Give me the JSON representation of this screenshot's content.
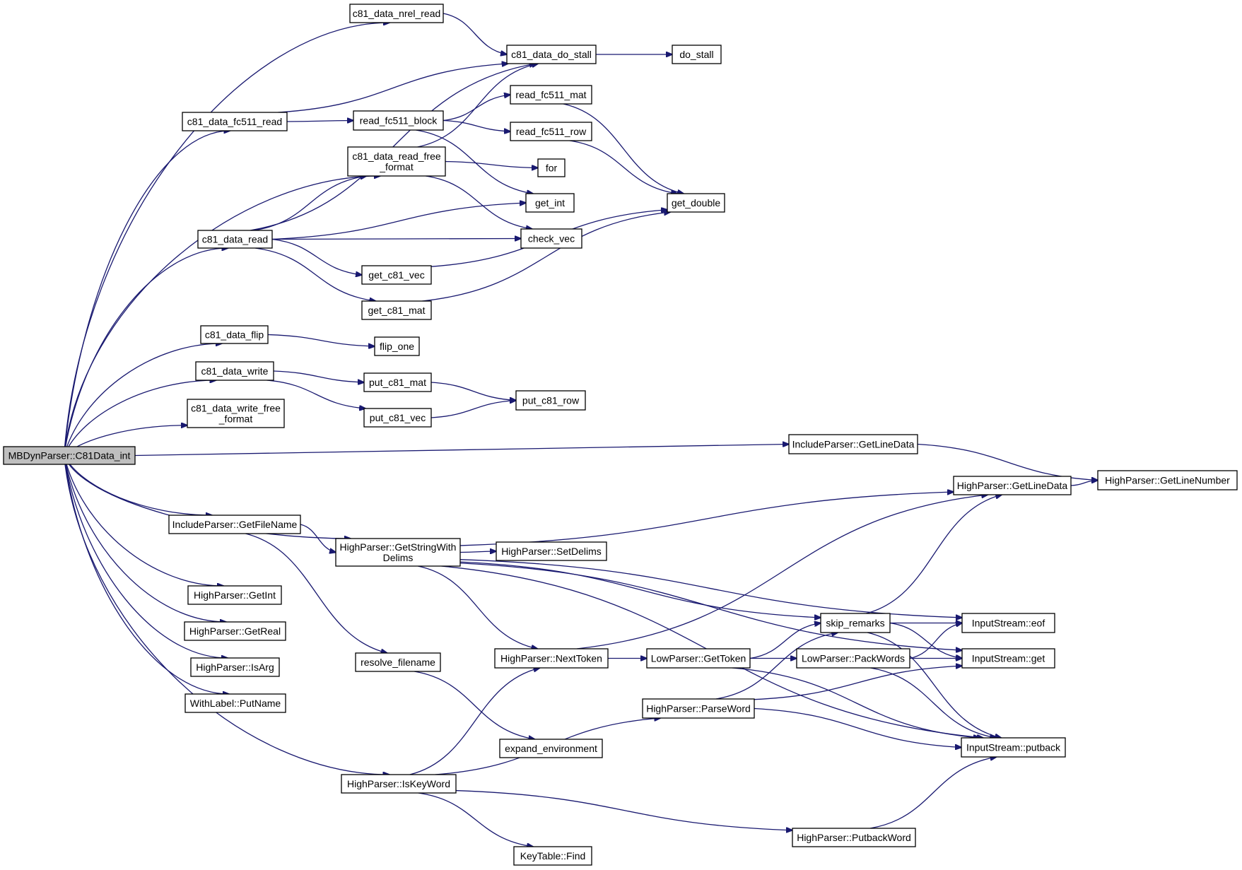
{
  "graph": {
    "edge_color": "#191970",
    "root_fill": "#bfbfbf",
    "root": "MBDynParser::C81Data_int",
    "nodes": [
      {
        "id": "root",
        "lines": [
          "MBDynParser::C81Data_int"
        ],
        "root": true
      },
      {
        "id": "nrel_read",
        "lines": [
          "c81_data_nrel_read"
        ]
      },
      {
        "id": "do_stall_c81",
        "lines": [
          "c81_data_do_stall"
        ]
      },
      {
        "id": "do_stall",
        "lines": [
          "do_stall"
        ]
      },
      {
        "id": "fc511_read",
        "lines": [
          "c81_data_fc511_read"
        ]
      },
      {
        "id": "read_fc511_block",
        "lines": [
          "read_fc511_block"
        ]
      },
      {
        "id": "read_fc511_mat",
        "lines": [
          "read_fc511_mat"
        ]
      },
      {
        "id": "read_fc511_row",
        "lines": [
          "read_fc511_row"
        ]
      },
      {
        "id": "read_free_format",
        "lines": [
          "c81_data_read_free",
          "_format"
        ]
      },
      {
        "id": "for",
        "lines": [
          "for"
        ]
      },
      {
        "id": "get_int",
        "lines": [
          "get_int"
        ]
      },
      {
        "id": "get_double",
        "lines": [
          "get_double"
        ]
      },
      {
        "id": "data_read",
        "lines": [
          "c81_data_read"
        ]
      },
      {
        "id": "check_vec",
        "lines": [
          "check_vec"
        ]
      },
      {
        "id": "get_c81_vec",
        "lines": [
          "get_c81_vec"
        ]
      },
      {
        "id": "get_c81_mat",
        "lines": [
          "get_c81_mat"
        ]
      },
      {
        "id": "data_flip",
        "lines": [
          "c81_data_flip"
        ]
      },
      {
        "id": "flip_one",
        "lines": [
          "flip_one"
        ]
      },
      {
        "id": "data_write",
        "lines": [
          "c81_data_write"
        ]
      },
      {
        "id": "put_c81_mat",
        "lines": [
          "put_c81_mat"
        ]
      },
      {
        "id": "put_c81_row",
        "lines": [
          "put_c81_row"
        ]
      },
      {
        "id": "put_c81_vec",
        "lines": [
          "put_c81_vec"
        ]
      },
      {
        "id": "write_free_format",
        "lines": [
          "c81_data_write_free",
          "_format"
        ]
      },
      {
        "id": "ip_getlinedata",
        "lines": [
          "IncludeParser::GetLineData"
        ]
      },
      {
        "id": "hp_getlinenumber",
        "lines": [
          "HighParser::GetLineNumber"
        ]
      },
      {
        "id": "hp_getlinedata",
        "lines": [
          "HighParser::GetLineData"
        ]
      },
      {
        "id": "ip_getfilename",
        "lines": [
          "IncludeParser::GetFileName"
        ]
      },
      {
        "id": "hp_getstringwithdelims",
        "lines": [
          "HighParser::GetStringWith",
          "Delims"
        ]
      },
      {
        "id": "hp_setdelims",
        "lines": [
          "HighParser::SetDelims"
        ]
      },
      {
        "id": "hp_getint",
        "lines": [
          "HighParser::GetInt"
        ]
      },
      {
        "id": "hp_getreal",
        "lines": [
          "HighParser::GetReal"
        ]
      },
      {
        "id": "hp_isarg",
        "lines": [
          "HighParser::IsArg"
        ]
      },
      {
        "id": "withlabel_putname",
        "lines": [
          "WithLabel::PutName"
        ]
      },
      {
        "id": "skip_remarks",
        "lines": [
          "skip_remarks"
        ]
      },
      {
        "id": "is_eof",
        "lines": [
          "InputStream::eof"
        ]
      },
      {
        "id": "is_get",
        "lines": [
          "InputStream::get"
        ]
      },
      {
        "id": "is_putback",
        "lines": [
          "InputStream::putback"
        ]
      },
      {
        "id": "resolve_filename",
        "lines": [
          "resolve_filename"
        ]
      },
      {
        "id": "hp_nexttoken",
        "lines": [
          "HighParser::NextToken"
        ]
      },
      {
        "id": "lp_gettoken",
        "lines": [
          "LowParser::GetToken"
        ]
      },
      {
        "id": "lp_packwords",
        "lines": [
          "LowParser::PackWords"
        ]
      },
      {
        "id": "hp_parseword",
        "lines": [
          "HighParser::ParseWord"
        ]
      },
      {
        "id": "expand_environment",
        "lines": [
          "expand_environment"
        ]
      },
      {
        "id": "hp_iskeyword",
        "lines": [
          "HighParser::IsKeyWord"
        ]
      },
      {
        "id": "hp_putbackword",
        "lines": [
          "HighParser::PutbackWord"
        ]
      },
      {
        "id": "keytable_find",
        "lines": [
          "KeyTable::Find"
        ]
      }
    ],
    "edges": [
      [
        "root",
        "nrel_read"
      ],
      [
        "root",
        "fc511_read"
      ],
      [
        "root",
        "read_free_format"
      ],
      [
        "root",
        "data_read"
      ],
      [
        "root",
        "data_flip"
      ],
      [
        "root",
        "data_write"
      ],
      [
        "root",
        "write_free_format"
      ],
      [
        "root",
        "ip_getlinedata"
      ],
      [
        "root",
        "ip_getfilename"
      ],
      [
        "root",
        "hp_getstringwithdelims"
      ],
      [
        "root",
        "hp_getint"
      ],
      [
        "root",
        "hp_getreal"
      ],
      [
        "root",
        "hp_isarg"
      ],
      [
        "root",
        "withlabel_putname"
      ],
      [
        "root",
        "hp_iskeyword"
      ],
      [
        "nrel_read",
        "do_stall_c81"
      ],
      [
        "do_stall_c81",
        "do_stall"
      ],
      [
        "fc511_read",
        "do_stall_c81"
      ],
      [
        "fc511_read",
        "read_fc511_block"
      ],
      [
        "read_fc511_block",
        "read_fc511_mat"
      ],
      [
        "read_fc511_block",
        "read_fc511_row"
      ],
      [
        "read_fc511_block",
        "get_int"
      ],
      [
        "read_fc511_mat",
        "get_double"
      ],
      [
        "read_fc511_row",
        "get_double"
      ],
      [
        "read_free_format",
        "do_stall_c81"
      ],
      [
        "read_free_format",
        "for"
      ],
      [
        "read_free_format",
        "check_vec"
      ],
      [
        "data_read",
        "do_stall_c81"
      ],
      [
        "data_read",
        "read_free_format"
      ],
      [
        "data_read",
        "get_int"
      ],
      [
        "data_read",
        "check_vec"
      ],
      [
        "data_read",
        "get_c81_vec"
      ],
      [
        "data_read",
        "get_c81_mat"
      ],
      [
        "get_c81_vec",
        "get_double"
      ],
      [
        "get_c81_mat",
        "get_double"
      ],
      [
        "data_flip",
        "flip_one"
      ],
      [
        "data_write",
        "put_c81_mat"
      ],
      [
        "data_write",
        "put_c81_vec"
      ],
      [
        "put_c81_mat",
        "put_c81_row"
      ],
      [
        "put_c81_vec",
        "put_c81_row"
      ],
      [
        "ip_getlinedata",
        "hp_getlinenumber"
      ],
      [
        "hp_getlinedata",
        "hp_getlinenumber"
      ],
      [
        "ip_getfilename",
        "hp_getstringwithdelims"
      ],
      [
        "ip_getfilename",
        "resolve_filename"
      ],
      [
        "resolve_filename",
        "expand_environment"
      ],
      [
        "hp_getstringwithdelims",
        "hp_getlinedata"
      ],
      [
        "hp_getstringwithdelims",
        "hp_setdelims"
      ],
      [
        "hp_getstringwithdelims",
        "is_eof"
      ],
      [
        "hp_getstringwithdelims",
        "is_get"
      ],
      [
        "hp_getstringwithdelims",
        "skip_remarks"
      ],
      [
        "hp_getstringwithdelims",
        "hp_nexttoken"
      ],
      [
        "hp_getstringwithdelims",
        "is_putback"
      ],
      [
        "hp_nexttoken",
        "hp_getlinedata"
      ],
      [
        "hp_nexttoken",
        "lp_gettoken"
      ],
      [
        "lp_gettoken",
        "skip_remarks"
      ],
      [
        "lp_gettoken",
        "lp_packwords"
      ],
      [
        "lp_gettoken",
        "is_putback"
      ],
      [
        "skip_remarks",
        "hp_getlinedata"
      ],
      [
        "skip_remarks",
        "is_eof"
      ],
      [
        "skip_remarks",
        "is_get"
      ],
      [
        "skip_remarks",
        "is_putback"
      ],
      [
        "lp_packwords",
        "is_eof"
      ],
      [
        "lp_packwords",
        "is_get"
      ],
      [
        "lp_packwords",
        "is_putback"
      ],
      [
        "hp_parseword",
        "skip_remarks"
      ],
      [
        "hp_parseword",
        "is_get"
      ],
      [
        "hp_parseword",
        "is_putback"
      ],
      [
        "hp_iskeyword",
        "hp_nexttoken"
      ],
      [
        "hp_iskeyword",
        "hp_parseword"
      ],
      [
        "hp_iskeyword",
        "hp_putbackword"
      ],
      [
        "hp_iskeyword",
        "keytable_find"
      ],
      [
        "hp_putbackword",
        "is_putback"
      ]
    ]
  }
}
